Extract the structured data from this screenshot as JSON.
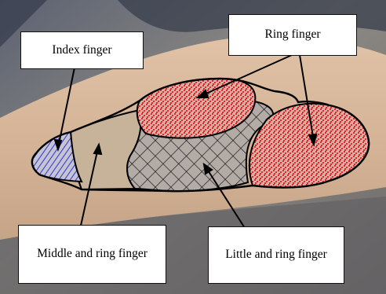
{
  "labels": {
    "index_finger": "Index finger",
    "ring_finger": "Ring finger",
    "middle_and_ring_finger": "Middle and ring finger",
    "little_and_ring_finger": "Little and ring finger"
  },
  "colors": {
    "index_region": "#3a3fc8",
    "ring_region": "#e02828",
    "middle_region": "#c9b49b",
    "little_region_hatch": "#000000",
    "skin": "#d7b79b",
    "background_dark": "#3f4656"
  }
}
